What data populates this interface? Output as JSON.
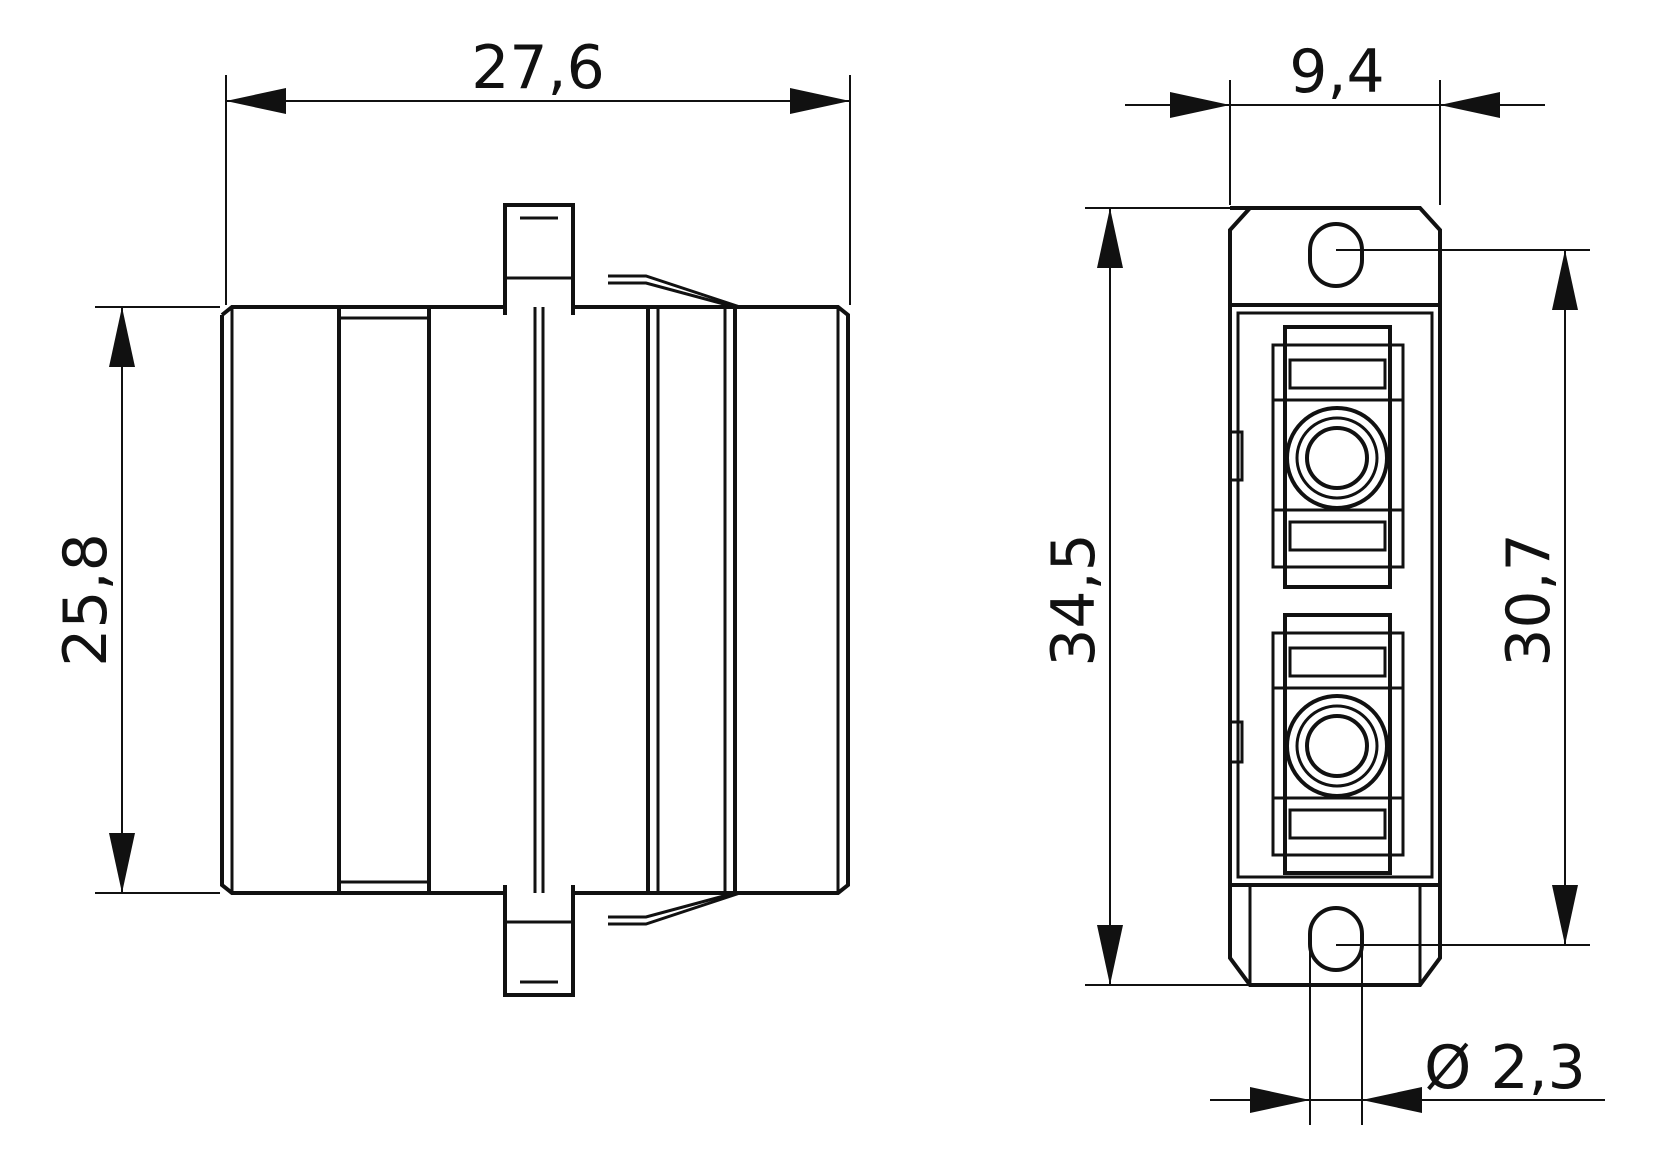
{
  "dimensions": {
    "width_side": "27,6",
    "height_side": "25,8",
    "width_front": "9,4",
    "height_front": "34,5",
    "hole_spacing": "30,7",
    "hole_diameter": "Ø 2,3"
  },
  "colors": {
    "line": "#111111",
    "background": "#ffffff"
  }
}
